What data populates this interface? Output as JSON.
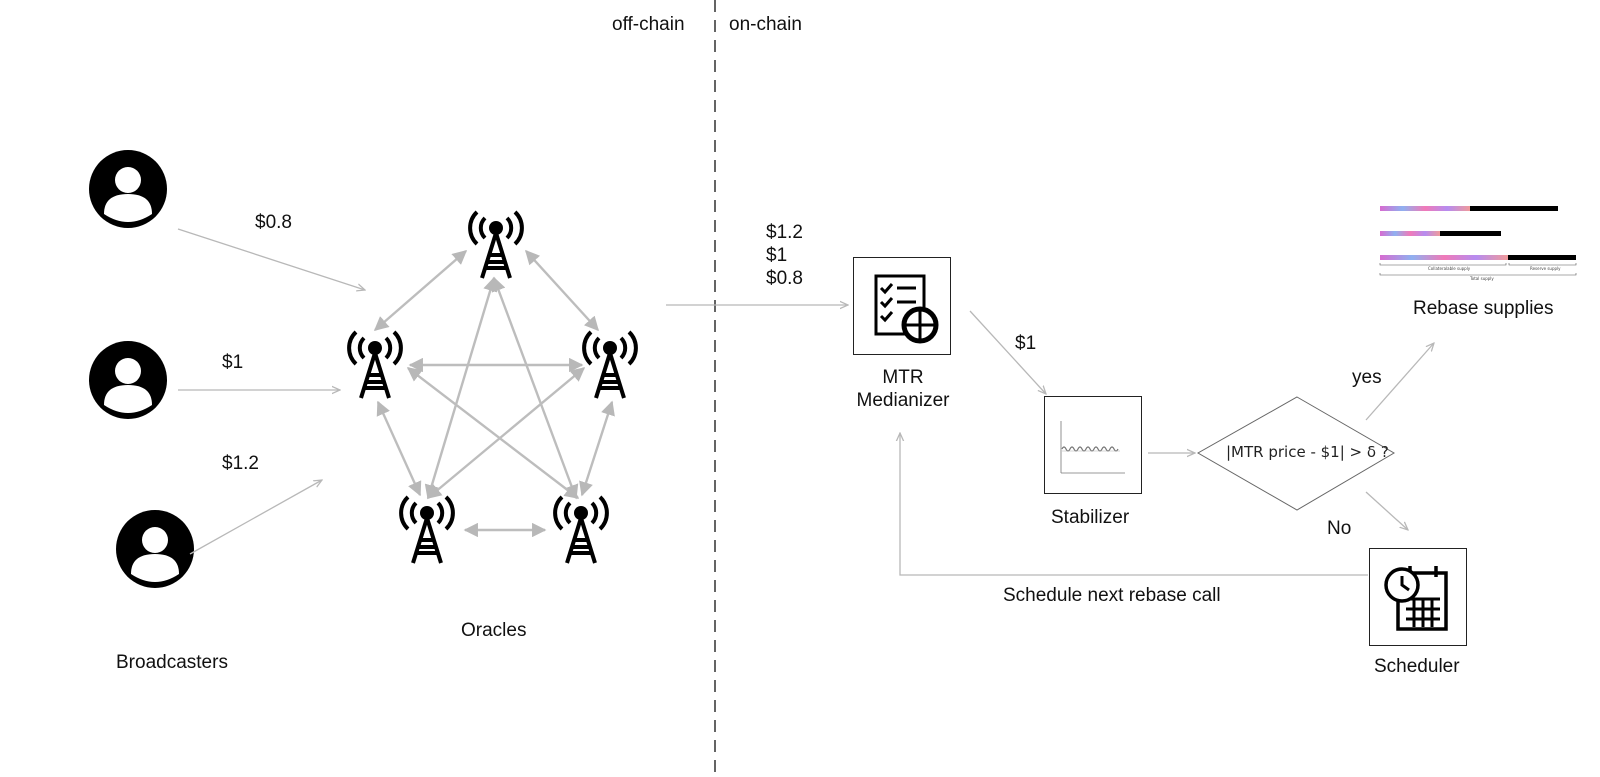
{
  "divider": {
    "left_label": "off-chain",
    "right_label": "on-chain"
  },
  "broadcasters": {
    "label": "Broadcasters",
    "prices": [
      "$0.8",
      "$1",
      "$1.2"
    ]
  },
  "oracles": {
    "label": "Oracles"
  },
  "oracle_feed": [
    "$1.2",
    "$1",
    "$0.8"
  ],
  "medianizer": {
    "line1": "MTR",
    "line2": "Medianizer",
    "output_price": "$1"
  },
  "stabilizer": {
    "label": "Stabilizer"
  },
  "decision": {
    "text": "|MTR price - $1| > δ ?",
    "yes_label": "yes",
    "no_label": "No"
  },
  "rebase": {
    "label": "Rebase supplies",
    "collateral_label": "Collateralable supply",
    "reserve_label": "Reserve supply",
    "total_label": "Total supply"
  },
  "scheduler": {
    "label": "Scheduler",
    "loop_label": "Schedule next rebase call"
  },
  "colors": {
    "arrow": "#b8b8b8",
    "ink": "#000000",
    "frame": "#222222"
  }
}
